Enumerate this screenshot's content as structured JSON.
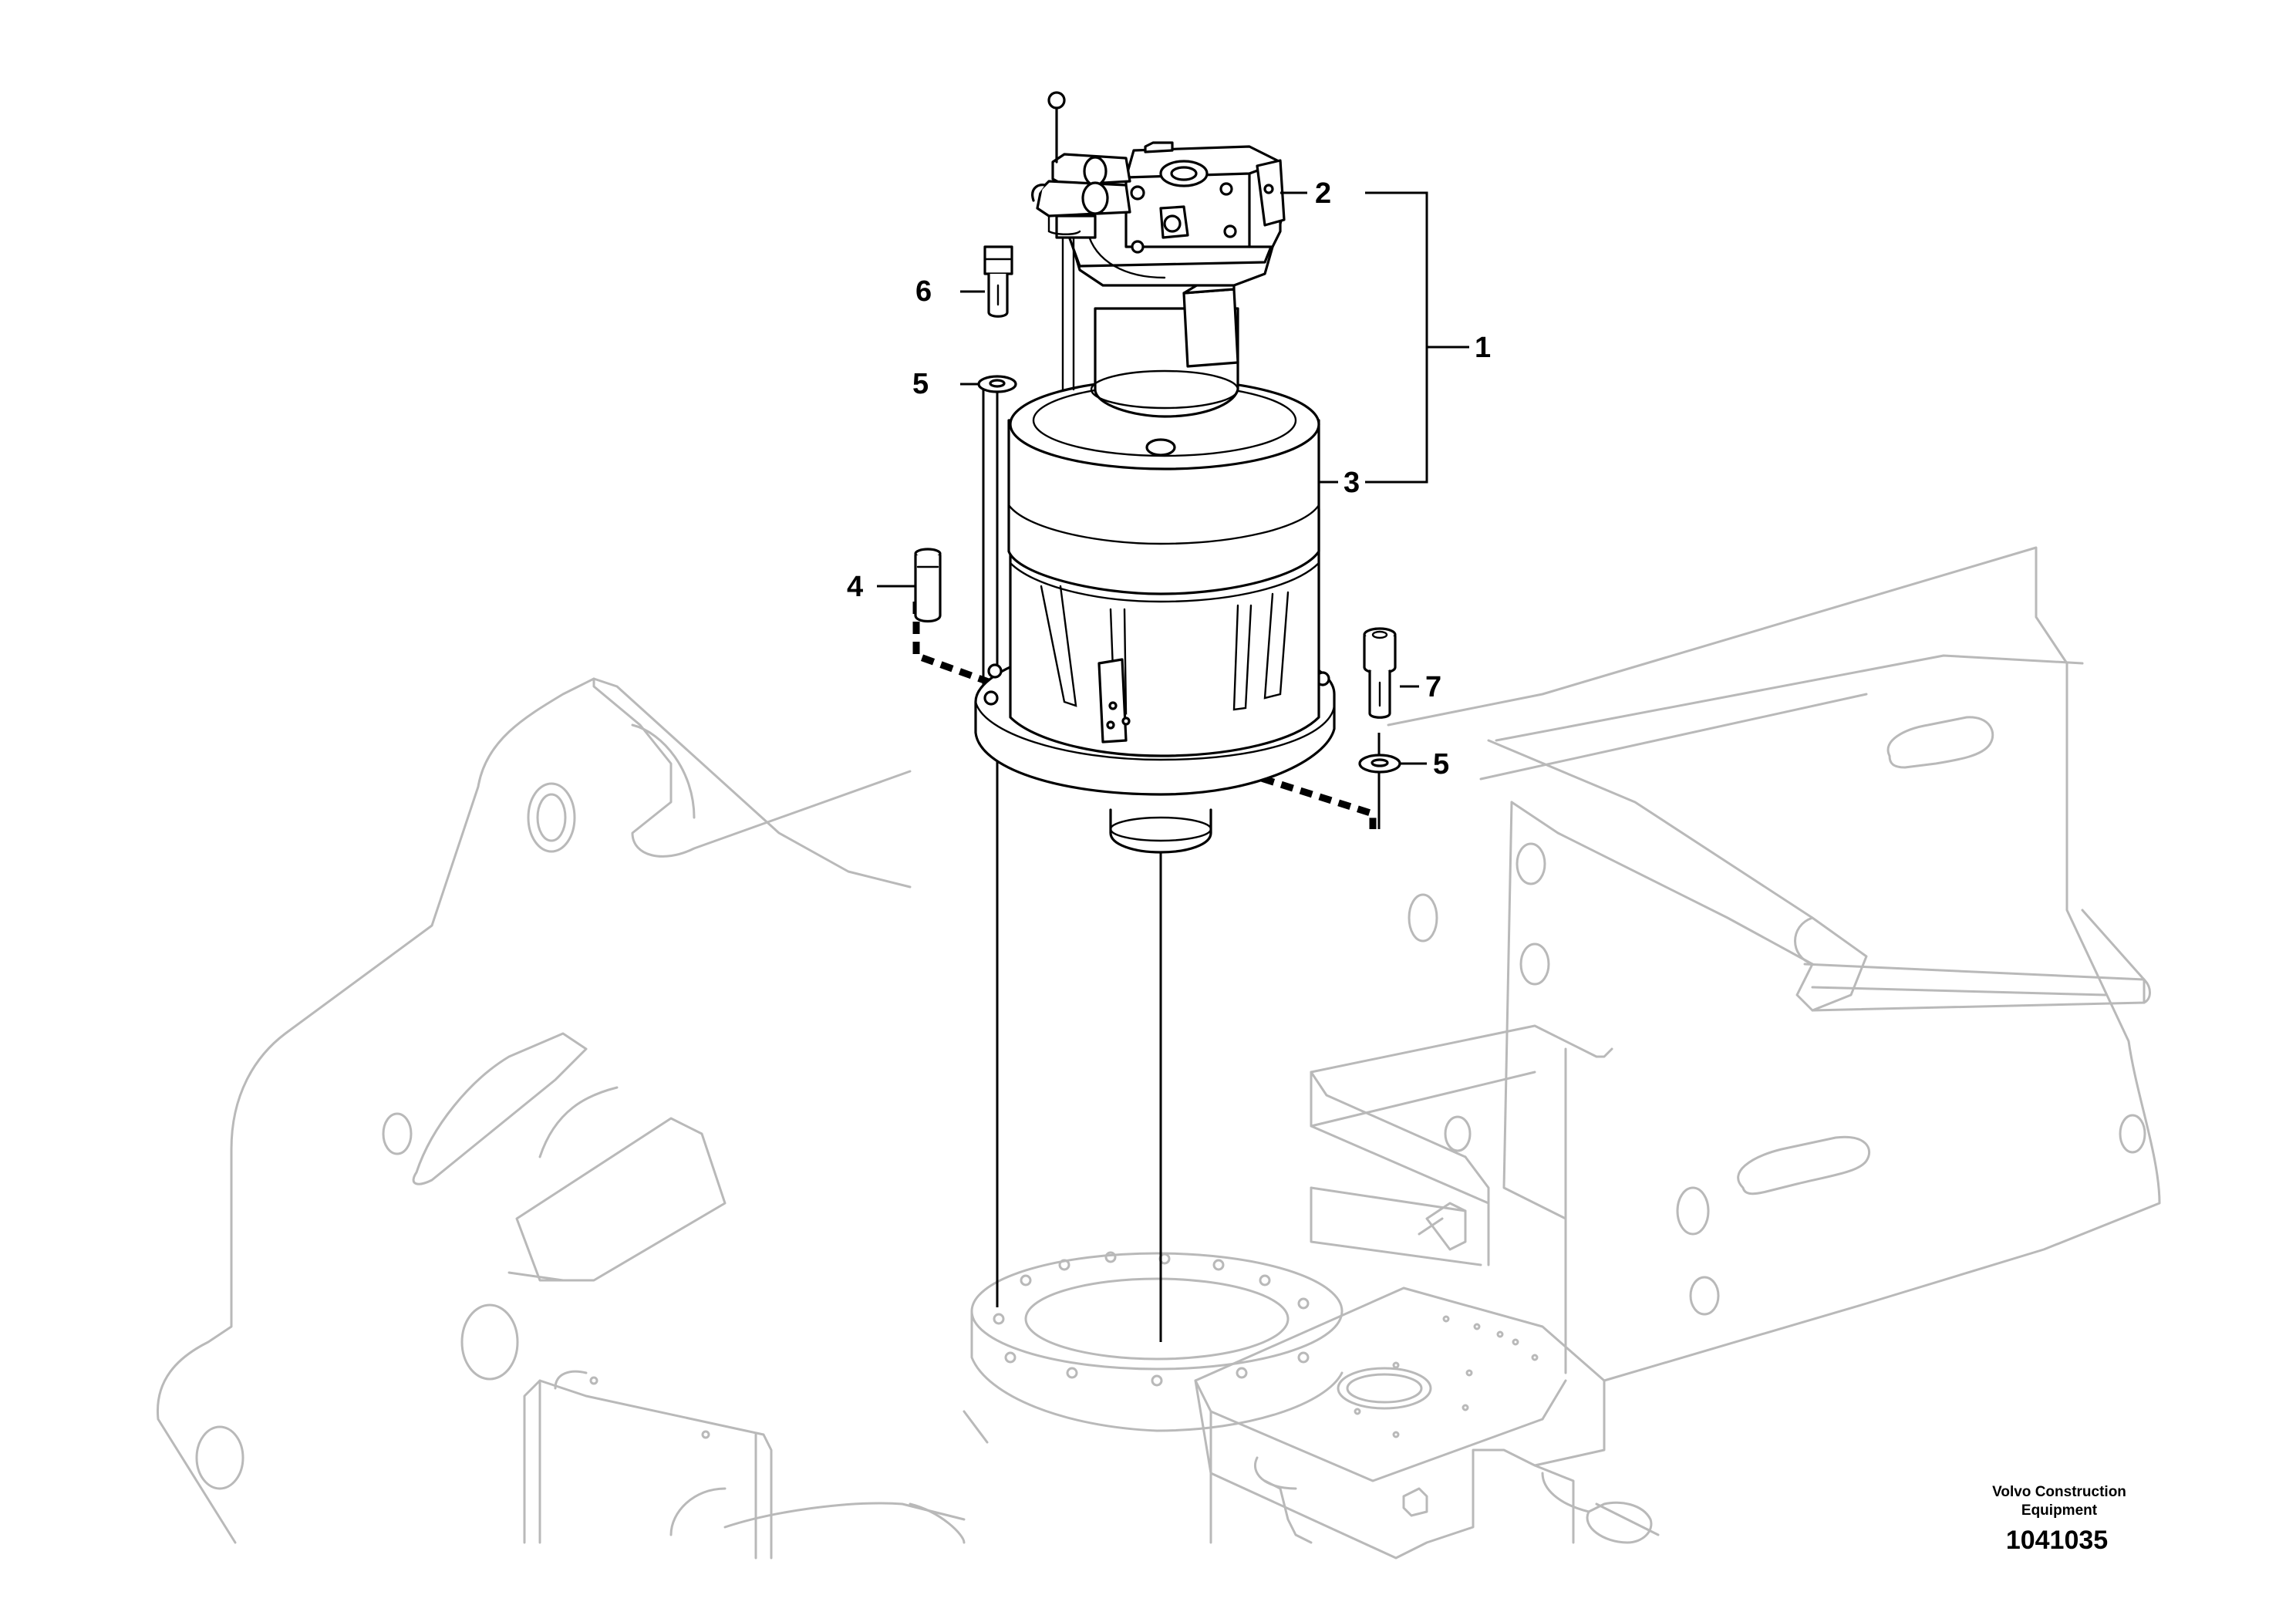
{
  "callouts": {
    "c1": "1",
    "c2": "2",
    "c3": "3",
    "c4": "4",
    "c5a": "5",
    "c5b": "5",
    "c6": "6",
    "c7": "7"
  },
  "footer": {
    "brand_line1": "Volvo Construction",
    "brand_line2": "Equipment",
    "figure_number": "1041035"
  }
}
